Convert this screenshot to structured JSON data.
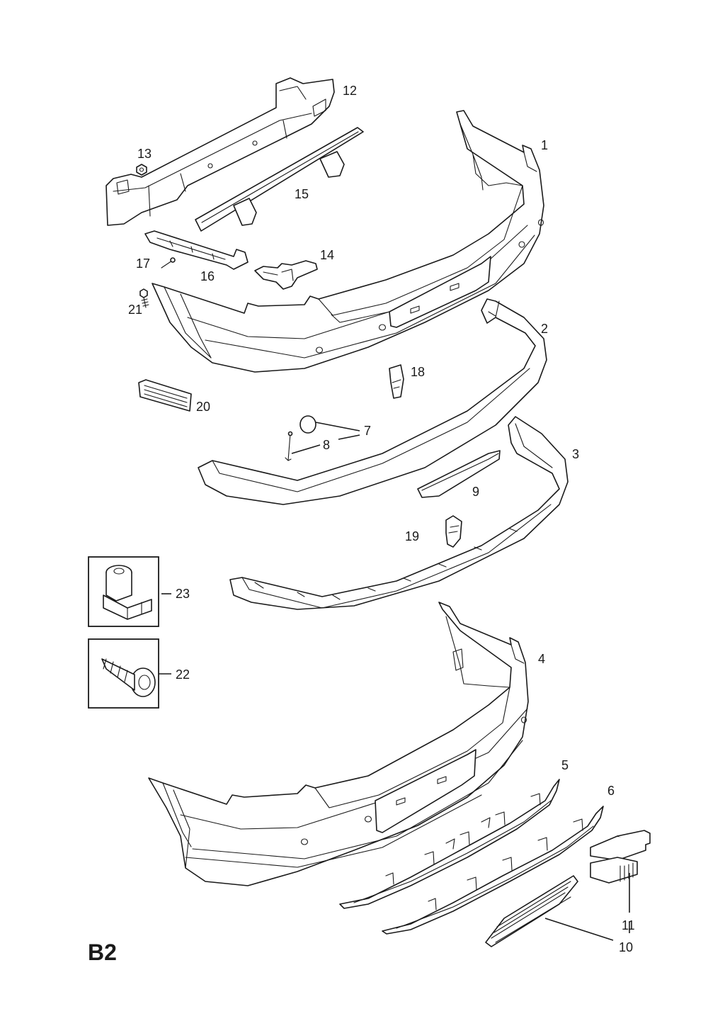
{
  "page_label": "B2",
  "callouts": {
    "p1": "1",
    "p2": "2",
    "p3": "3",
    "p4": "4",
    "p5": "5",
    "p6": "6",
    "p7": "7",
    "p8": "8",
    "p9": "9",
    "p10": "10",
    "p11": "11",
    "p12": "12",
    "p13": "13",
    "p14": "14",
    "p15": "15",
    "p16": "16",
    "p17": "17",
    "p18": "18",
    "p19": "19",
    "p20": "20",
    "p21": "21",
    "p22": "22",
    "p23": "23"
  },
  "colors": {
    "line": "#1a1a1a",
    "background": "#ffffff"
  }
}
